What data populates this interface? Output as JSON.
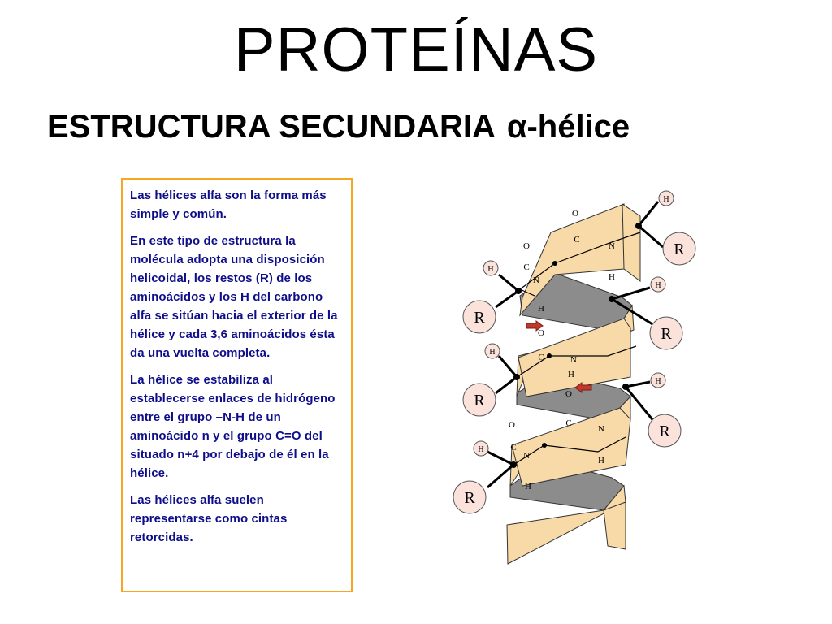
{
  "slide": {
    "title": "PROTEÍNAS",
    "subtitle": "ESTRUCTURA SECUNDARIA",
    "subtitle_alpha": "α-hélice"
  },
  "textbox": {
    "border_color": "#f5a623",
    "text_color": "#0e0e8a",
    "paragraphs": [
      "Las hélices alfa son la forma más simple y común.",
      "En este tipo de estructura la molécula adopta una disposición helicoidal, los restos (R) de los aminoácidos y los H del carbono alfa se sitúan hacia el exterior de la hélice y cada 3,6 aminoácidos ésta da una vuelta completa.",
      "La hélice se estabiliza al establecerse enlaces de hidrógeno entre el grupo –N-H de un aminoácido n y el grupo C=O del situado n+4 por debajo de él en la hélice.",
      "Las hélices alfa suelen representarse como cintas retorcidas."
    ]
  },
  "diagram": {
    "ribbon_front_color": "#f8d9a8",
    "ribbon_back_color": "#8c8c8c",
    "residue_circle_color": "#fbe3dc",
    "arrow_color": "#c0392b",
    "labels": {
      "residue": "R",
      "hydrogen": "H",
      "carbon": "C",
      "oxygen": "O",
      "nitrogen": "N"
    }
  }
}
